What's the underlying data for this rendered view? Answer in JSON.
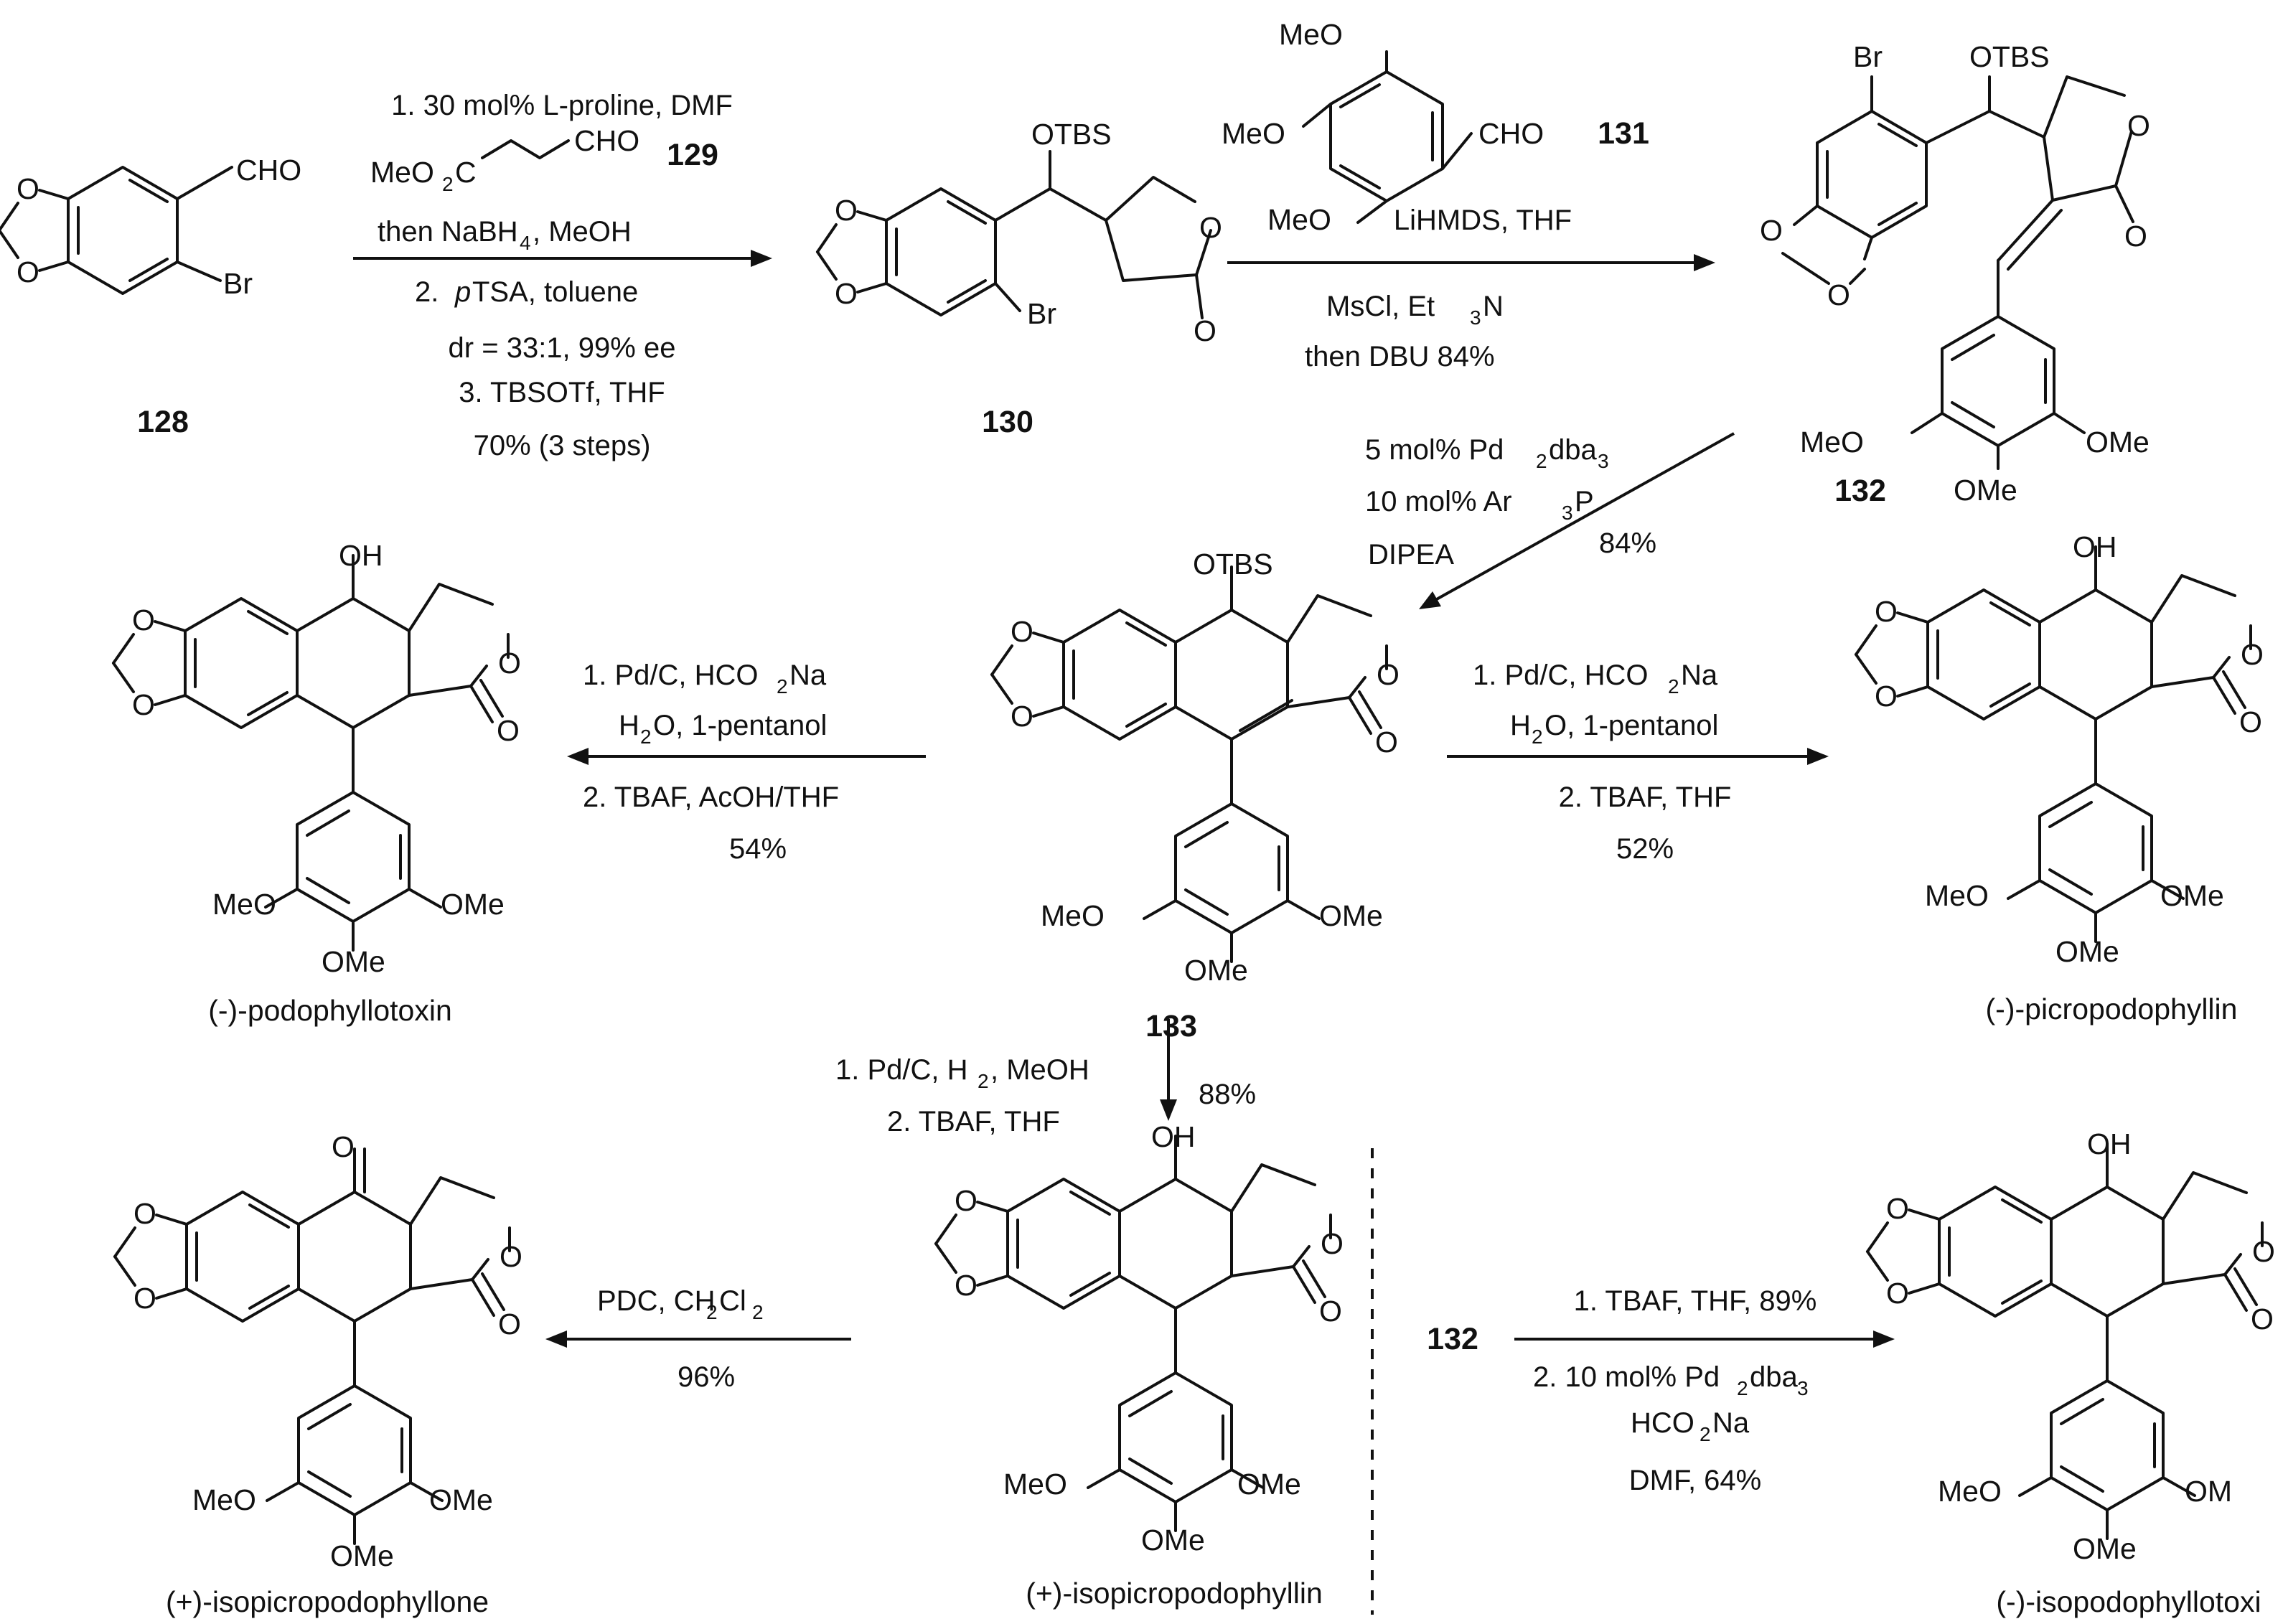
{
  "compounds": {
    "c128": {
      "number": "128",
      "substituents": [
        "CHO",
        "Br"
      ]
    },
    "c129": {
      "number": "129"
    },
    "c130": {
      "number": "130",
      "substituents": [
        "OTBS",
        "Br"
      ]
    },
    "c131": {
      "number": "131",
      "substituents": [
        "MeO",
        "MeO",
        "MeO",
        "CHO"
      ]
    },
    "c132": {
      "number": "132",
      "substituents": [
        "Br",
        "OTBS",
        "MeO",
        "OMe",
        "OMe"
      ]
    },
    "c133": {
      "number": "133",
      "substituents": [
        "OTBS",
        "MeO",
        "OMe",
        "OMe"
      ]
    },
    "podophyllotoxin": {
      "name": "(-)-podophyllotoxin",
      "substituents": [
        "OH",
        "MeO",
        "OMe",
        "OMe"
      ]
    },
    "picropodophyllin": {
      "name": "(-)-picropodophyllin",
      "substituents": [
        "OH",
        "MeO",
        "OMe",
        "OMe"
      ]
    },
    "isopicropodophyllin": {
      "name": "(+)-isopicropodophyllin",
      "substituents": [
        "OH",
        "MeO",
        "OMe",
        "OMe"
      ]
    },
    "isopicropodophyllone": {
      "name": "(+)-isopicropodophyllone",
      "substituents": [
        "O",
        "MeO",
        "OMe",
        "OMe"
      ]
    },
    "isopodophyllotoxin": {
      "name": "(-)-isopodophyllotoxi",
      "substituents": [
        "OH",
        "MeO",
        "OM",
        "OMe"
      ]
    },
    "c132_ref": {
      "number": "132"
    }
  },
  "steps": {
    "s1": {
      "lines": [
        "1. 30 mol% L-proline, DMF",
        "then NaBH",
        ", MeOH",
        "2. ",
        "p",
        "TSA, toluene",
        "dr = 33:1, 99% ee",
        "3. TBSOTf, THF",
        "70% (3 steps)"
      ],
      "reagent_129": [
        "MeO",
        "C",
        "CHO"
      ],
      "sub_4": "4",
      "sub_2": "2"
    },
    "s2": {
      "above": [
        "LiHMDS, THF"
      ],
      "below": [
        "MsCl, Et",
        "N",
        "then DBU  84%"
      ],
      "sub_3": "3"
    },
    "s3": {
      "lines": [
        "5 mol% Pd",
        "dba",
        "10 mol% Ar",
        "P",
        "DIPEA",
        "84%"
      ],
      "sub_2": "2",
      "sub_3": "3"
    },
    "s4": {
      "lines": [
        "1. Pd/C, HCO",
        "Na",
        "H",
        "O, 1-pentanol",
        "2. TBAF, AcOH/THF",
        "54%"
      ],
      "sub_2": "2"
    },
    "s5": {
      "lines": [
        "1. Pd/C, HCO",
        "Na",
        "H",
        "O, 1-pentanol",
        "2. TBAF, THF",
        "52%"
      ],
      "sub_2": "2"
    },
    "s6": {
      "lines": [
        "1. Pd/C, H",
        ", MeOH",
        "2. TBAF, THF",
        "88%"
      ],
      "sub_2": "2"
    },
    "s7": {
      "lines": [
        "PDC, CH",
        "Cl",
        "96%"
      ],
      "sub_2": "2"
    },
    "s8": {
      "lines": [
        "1. TBAF, THF, 89%",
        "2. 10 mol% Pd",
        "dba",
        "HCO",
        "Na",
        "DMF, 64%"
      ],
      "sub_2": "2",
      "sub_3": "3"
    }
  }
}
